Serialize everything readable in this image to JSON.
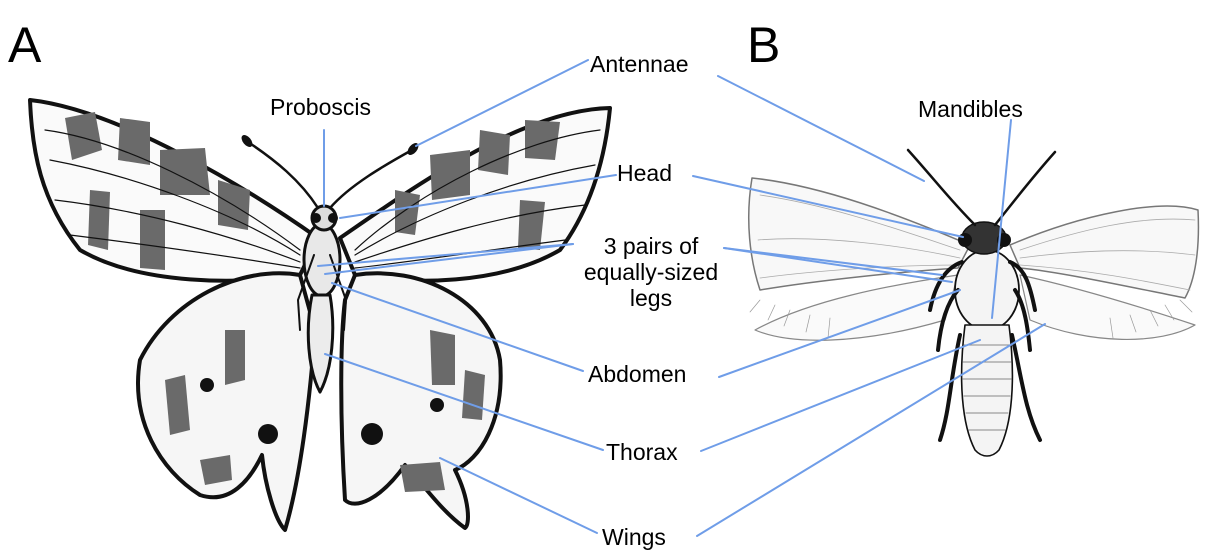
{
  "panels": {
    "a": "A",
    "b": "B"
  },
  "labels": {
    "antennae": "Antennae",
    "proboscis": "Proboscis",
    "mandibles": "Mandibles",
    "head": "Head",
    "legs_line1": "3 pairs of",
    "legs_line2": "equally-sized",
    "legs_line3": "legs",
    "abdomen": "Abdomen",
    "thorax": "Thorax",
    "wings": "Wings"
  },
  "colors": {
    "leader_line": "#6f9de8",
    "outline": "#111111",
    "wing_pattern": "#5a5a5a"
  }
}
